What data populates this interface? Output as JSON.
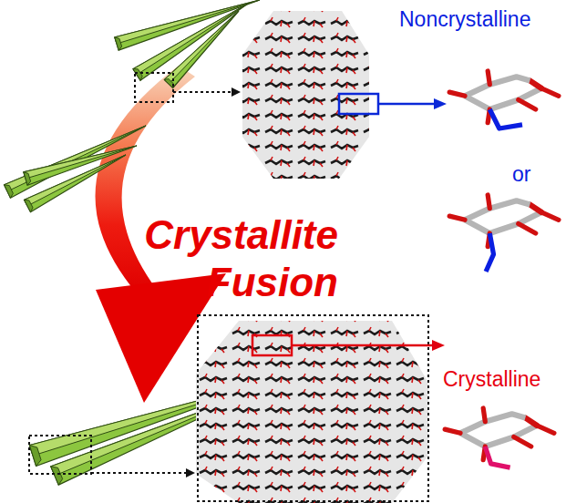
{
  "diagram": {
    "title": "Crystallite Fusion",
    "labels": [
      "Noncrystalline",
      "or",
      "Crystalline"
    ]
  }
}
